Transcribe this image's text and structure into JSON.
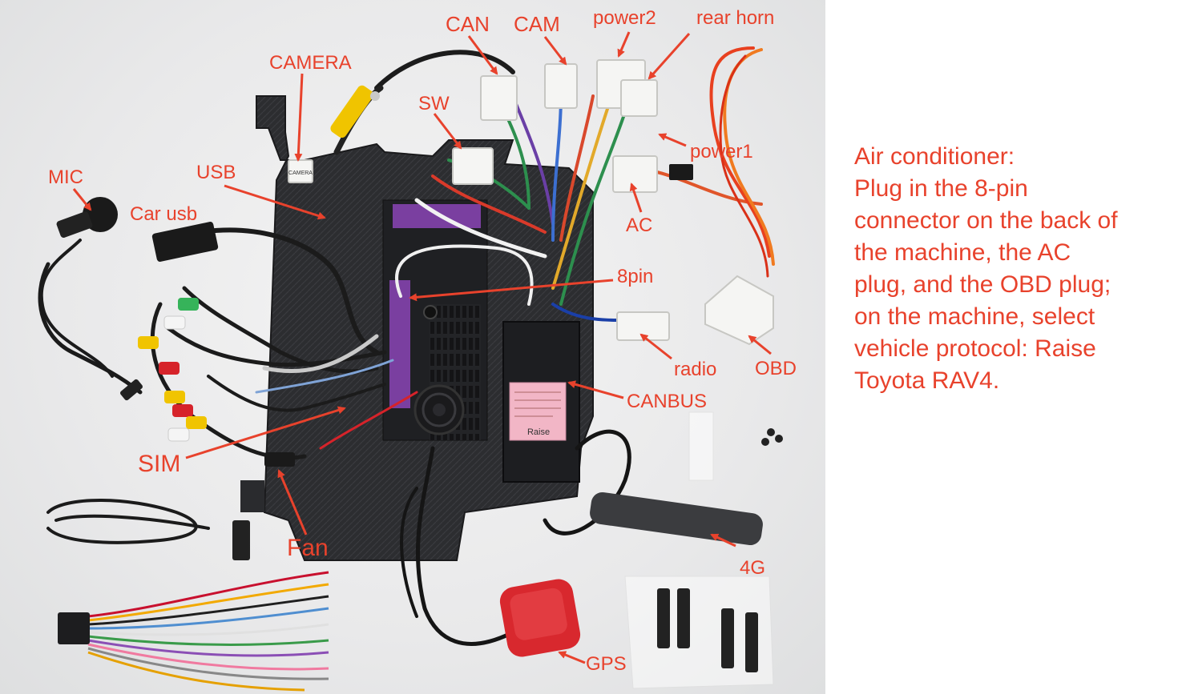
{
  "labels": {
    "can": "CAN",
    "cam": "CAM",
    "power2": "power2",
    "rear_horn": "rear horn",
    "camera": "CAMERA",
    "sw": "SW",
    "power1": "power1",
    "mic": "MIC",
    "usb": "USB",
    "car_usb": "Car usb",
    "ac": "AC",
    "eight_pin": "8pin",
    "radio": "radio",
    "obd": "OBD",
    "canbus": "CANBUS",
    "sim": "SIM",
    "fan": "Fan",
    "four_g": "4G",
    "gps": "GPS"
  },
  "note": {
    "lines": [
      "Air conditioner:",
      "Plug in the 8-pin",
      "connector on the back of",
      "the machine, the AC",
      "plug, and the OBD plug;",
      "on the machine, select",
      "vehicle protocol: Raise",
      "Toyota RAV4."
    ]
  },
  "device_text": {
    "camera_tag": "CAMERA",
    "canbus_box": "Raise"
  },
  "colors": {
    "annotation": "#e8422c",
    "background": "#ffffff",
    "unit_body": "#2a2b2e",
    "connector_purple": "#7a3fa0",
    "canbus_label": "#f2b6c6",
    "gps_antenna": "#d8282e"
  }
}
